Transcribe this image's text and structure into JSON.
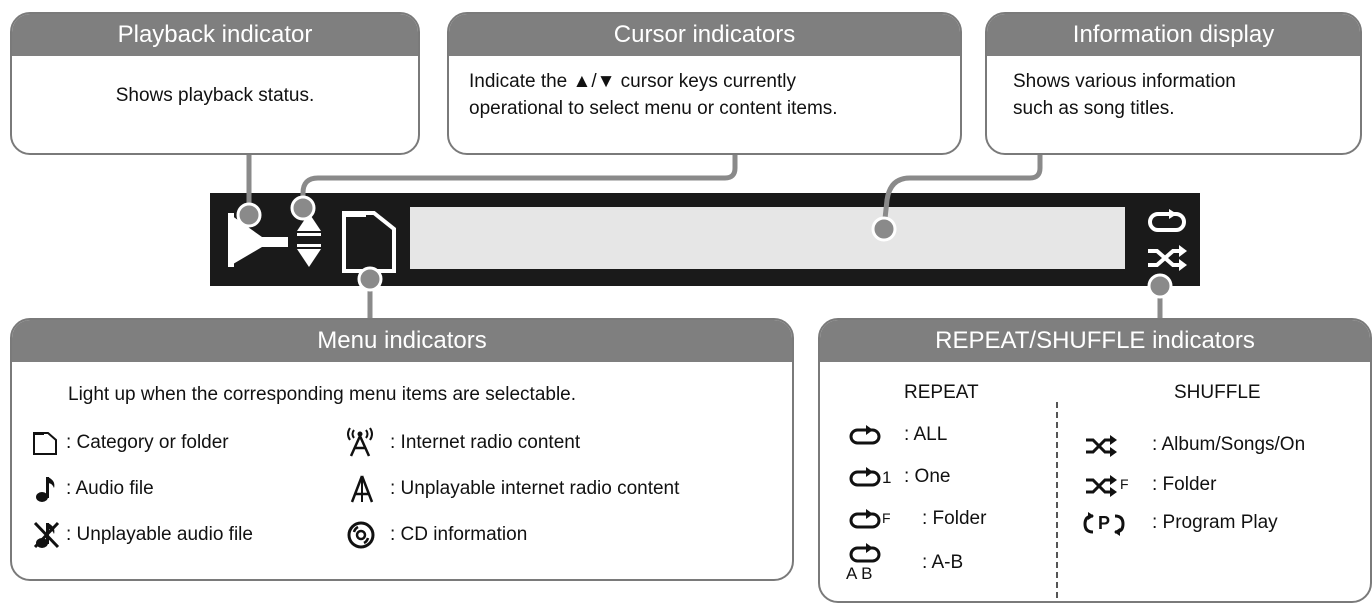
{
  "playback": {
    "title": "Playback indicator",
    "desc": "Shows playback status."
  },
  "cursor": {
    "title": "Cursor indicators",
    "line1": "Indicate the ▲/▼ cursor keys currently",
    "line2": "operational to select menu or content items."
  },
  "info": {
    "title": "Information display",
    "line1": "Shows various information",
    "line2": "such as song titles."
  },
  "menu": {
    "title": "Menu indicators",
    "intro": "Light up when the corresponding menu items are selectable.",
    "items": [
      {
        "icon": "folder-icon",
        "label": ": Category or folder"
      },
      {
        "icon": "note-icon",
        "label": ": Audio file"
      },
      {
        "icon": "crossed-note-icon",
        "label": ": Unplayable audio file"
      },
      {
        "icon": "radio-tower-icon",
        "label": ": Internet radio content"
      },
      {
        "icon": "tower-icon",
        "label": ": Unplayable internet radio content"
      },
      {
        "icon": "disc-icon",
        "label": ": CD information"
      }
    ]
  },
  "repeat_shuffle": {
    "title": "REPEAT/SHUFFLE indicators",
    "repeat_heading": "REPEAT",
    "shuffle_heading": "SHUFFLE",
    "repeat_items": [
      {
        "icon": "repeat-icon",
        "label": ": ALL",
        "suffix": ""
      },
      {
        "icon": "repeat-one-icon",
        "label": ": One",
        "suffix": "1"
      },
      {
        "icon": "repeat-folder-icon",
        "label": ": Folder",
        "suffix": "F"
      },
      {
        "icon": "repeat-ab-icon",
        "label": ": A-B",
        "suffix": "A B"
      }
    ],
    "shuffle_items": [
      {
        "icon": "shuffle-icon",
        "label": ": Album/Songs/On",
        "suffix": ""
      },
      {
        "icon": "shuffle-folder-icon",
        "label": ": Folder",
        "suffix": "F"
      },
      {
        "icon": "program-play-icon",
        "label": ": Program Play",
        "suffix": "P"
      }
    ]
  },
  "colors": {
    "header": "#7f7f7f",
    "border": "#7a7a7a",
    "display": "#1a1a1a",
    "screen": "#e6e6e6"
  }
}
